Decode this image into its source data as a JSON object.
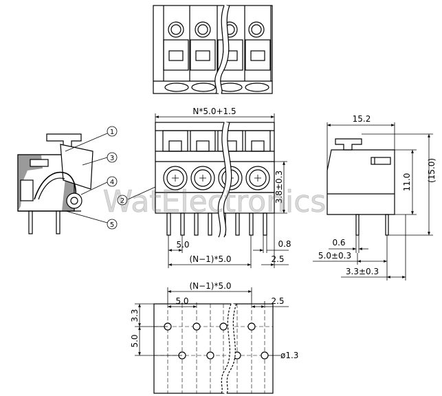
{
  "front_view": {
    "top_dimension": "N*5.0+1.5",
    "height_dimension": "3.8±0.3",
    "pitch": "5.0",
    "span": "(N−1)*5.0",
    "pin_width": "0.8",
    "edge_offset": "2.5"
  },
  "side_view": {
    "depth": "15.2",
    "body_height": "11.0",
    "total_height": "(15.0)",
    "pin_width": "0.6",
    "pin_spacing": "5.0±0.3",
    "pin_offset": "3.3±0.3"
  },
  "footprint": {
    "span": "(N−1)*5.0",
    "pitch": "5.0",
    "edge_offset": "2.5",
    "row_offset_top": "3.3",
    "row_spacing": "5.0",
    "hole_diameter": "ø1.3"
  },
  "callouts": [
    "1",
    "2",
    "3",
    "4",
    "5"
  ],
  "watermark": "WatElectronics"
}
